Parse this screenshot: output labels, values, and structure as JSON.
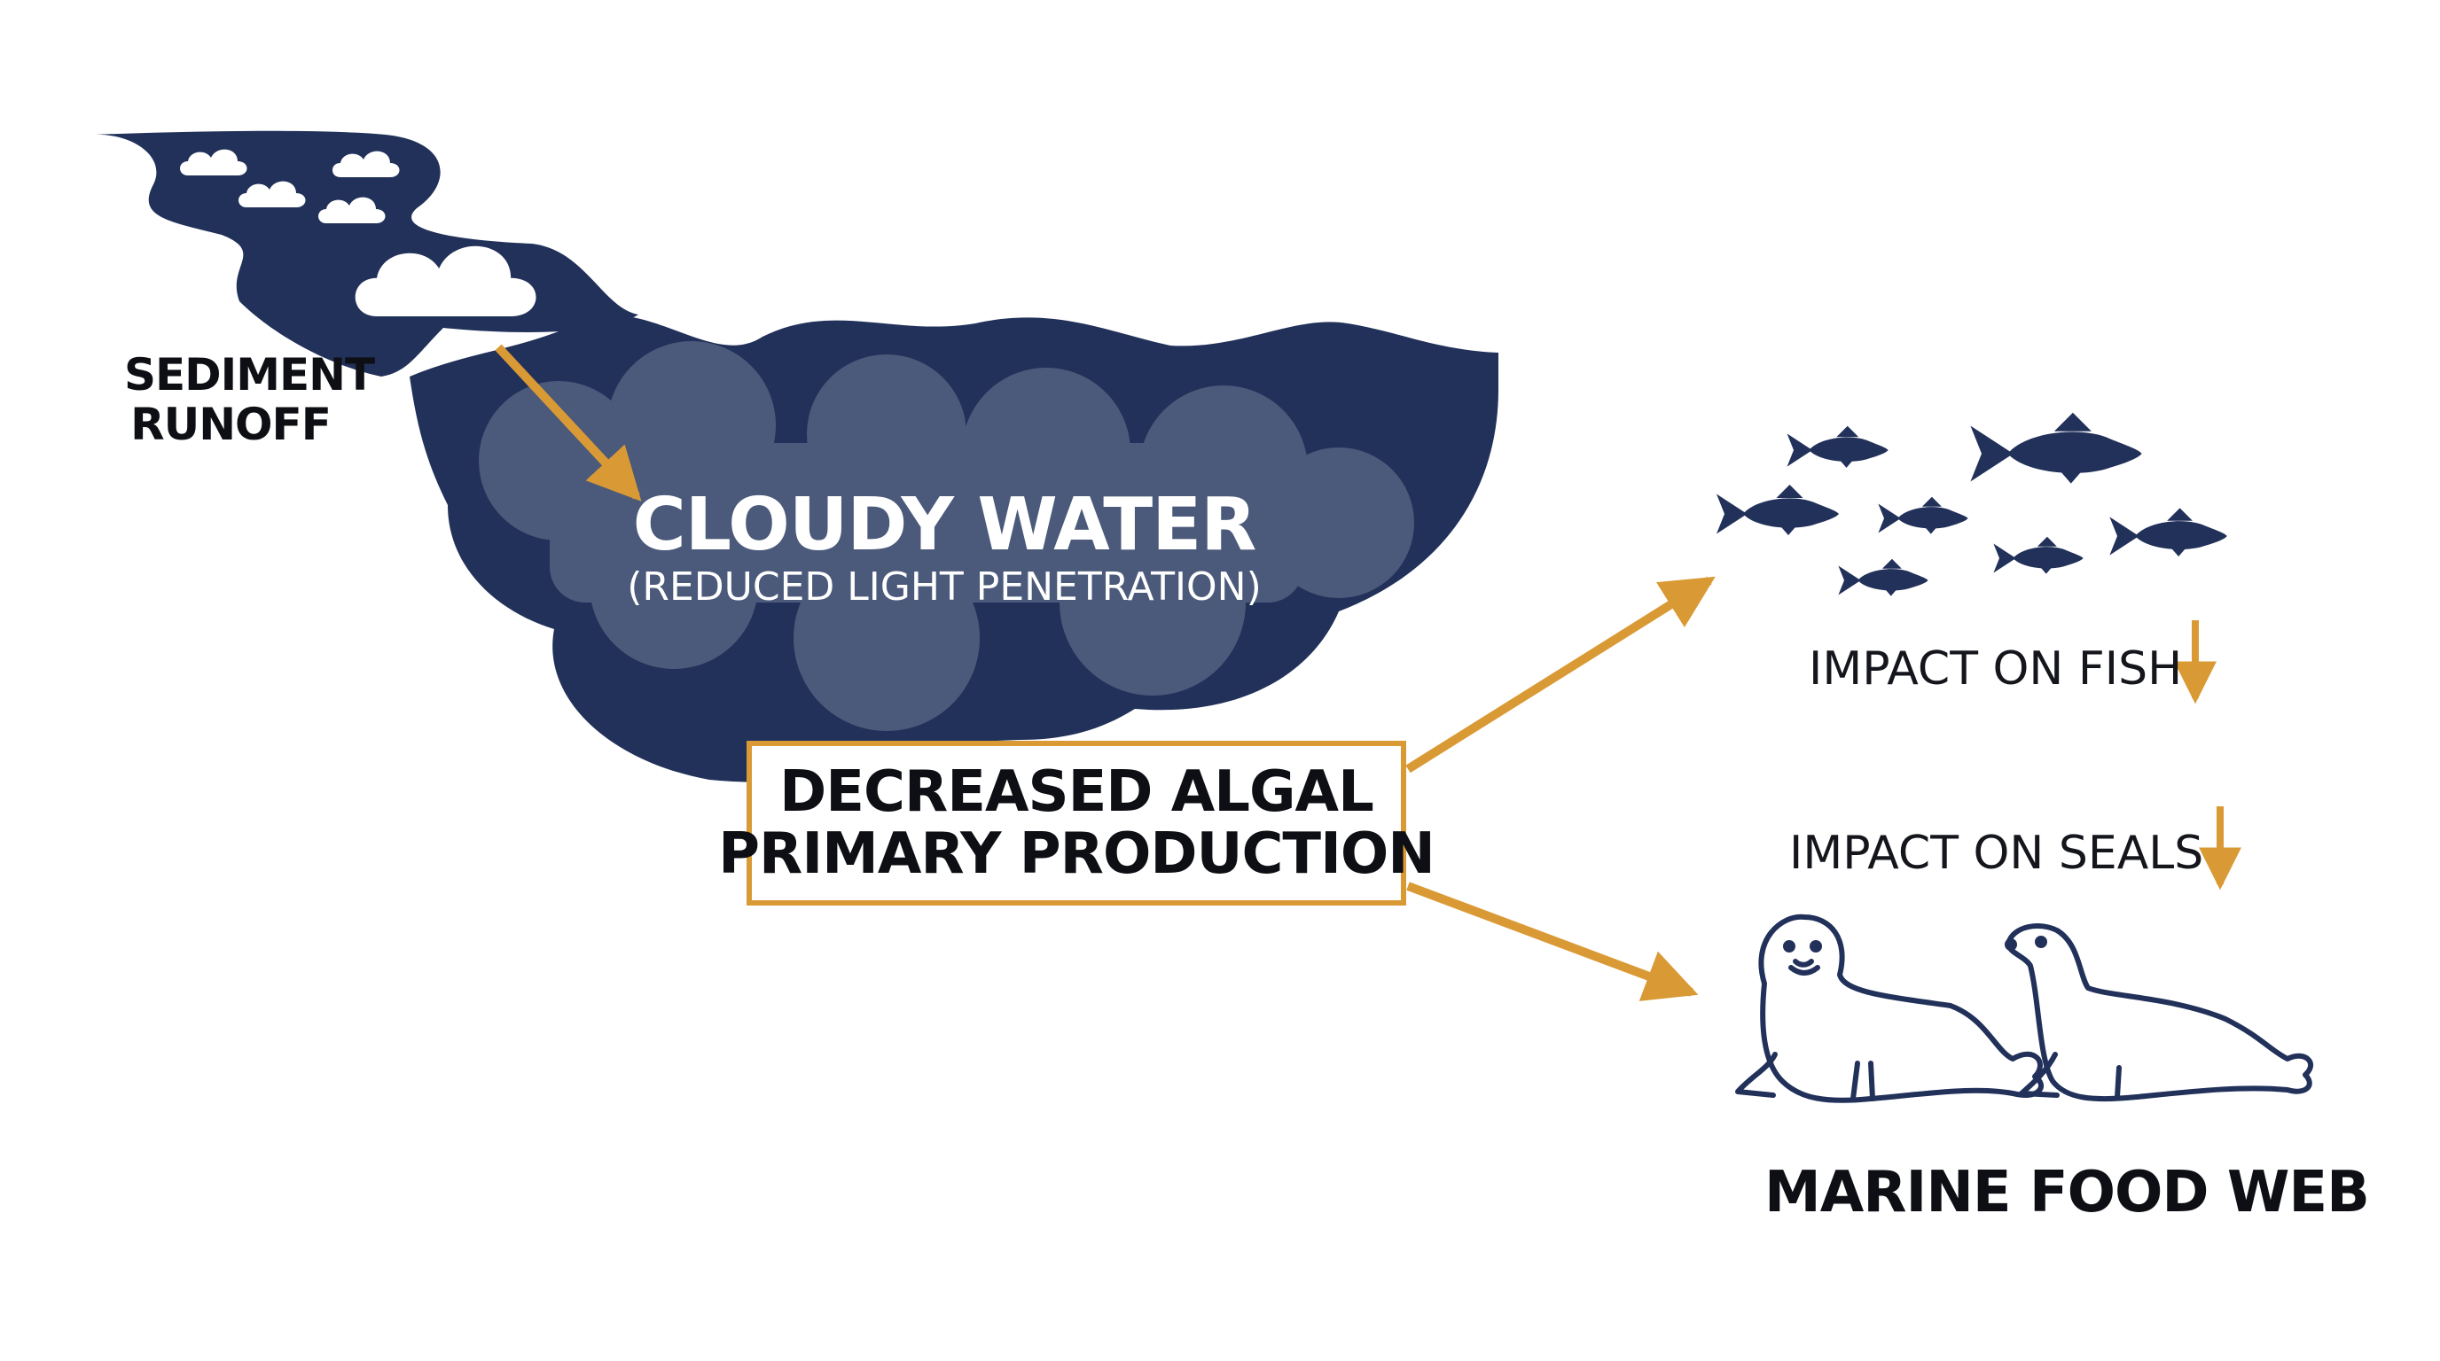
{
  "labels": {
    "sediment_line1": "SEDIMENT",
    "sediment_line2": "RUNOFF",
    "cloudy_title": "CLOUDY WATER",
    "cloudy_subtitle": "(REDUCED LIGHT PENETRATION)",
    "algal_line1": "DECREASED ALGAL",
    "algal_line2": "PRIMARY PRODUCTION",
    "impact_fish": "IMPACT ON FISH",
    "impact_seals": "IMPACT ON SEALS",
    "food_web": "MARINE FOOD WEB"
  },
  "colors": {
    "water": "#22315a",
    "cloud": "#4b5a7a",
    "arrow": "#d99a35",
    "text": "#0d0f14",
    "background": "#ffffff"
  },
  "icons": [
    "cloud-icon",
    "fish-icon",
    "seal-icon",
    "arrow-icon"
  ]
}
